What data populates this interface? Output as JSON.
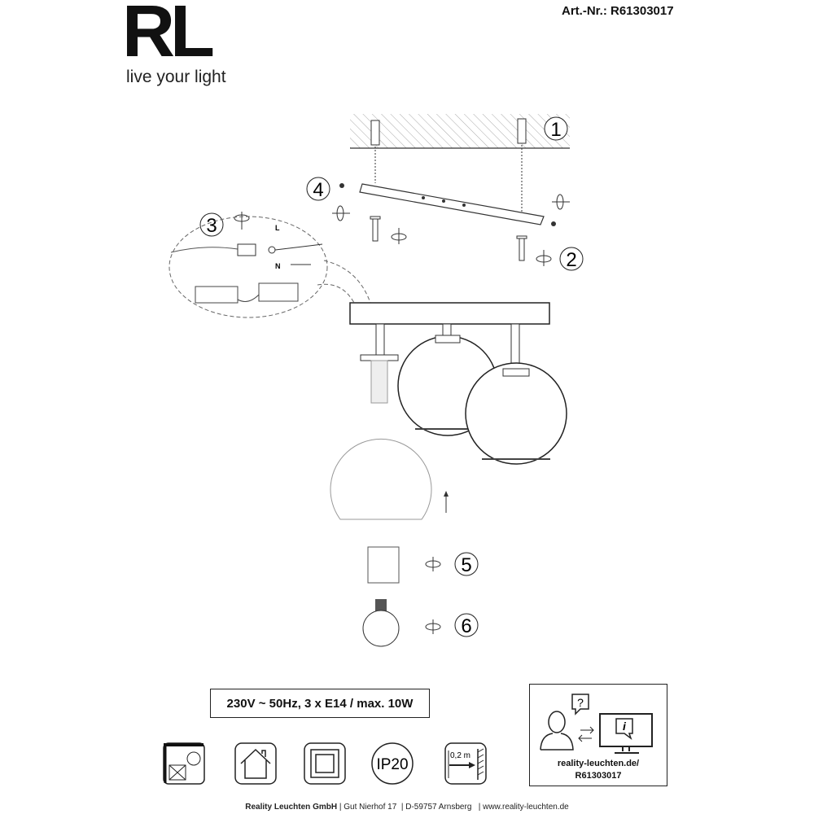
{
  "header": {
    "logo": "RL",
    "tagline": "live your light",
    "article_number": "Art.-Nr.:  R61303017"
  },
  "steps": [
    "1",
    "2",
    "3",
    "4",
    "5",
    "6"
  ],
  "wiring": {
    "live": "L",
    "neutral": "N"
  },
  "spec": "230V ~ 50Hz, 3 x E14 / max. 10W",
  "icons": {
    "ip_rating": "IP20",
    "distance": "0,2 m"
  },
  "info": {
    "question_mark": "?",
    "info_mark": "i",
    "url_line1": "reality-leuchten.de/",
    "url_line2": "R61303017"
  },
  "footer": {
    "company": "Reality Leuchten GmbH",
    "street": "Gut Nierhof 17",
    "city": "D-59757 Arnsberg",
    "website": "www.reality-leuchten.de"
  }
}
